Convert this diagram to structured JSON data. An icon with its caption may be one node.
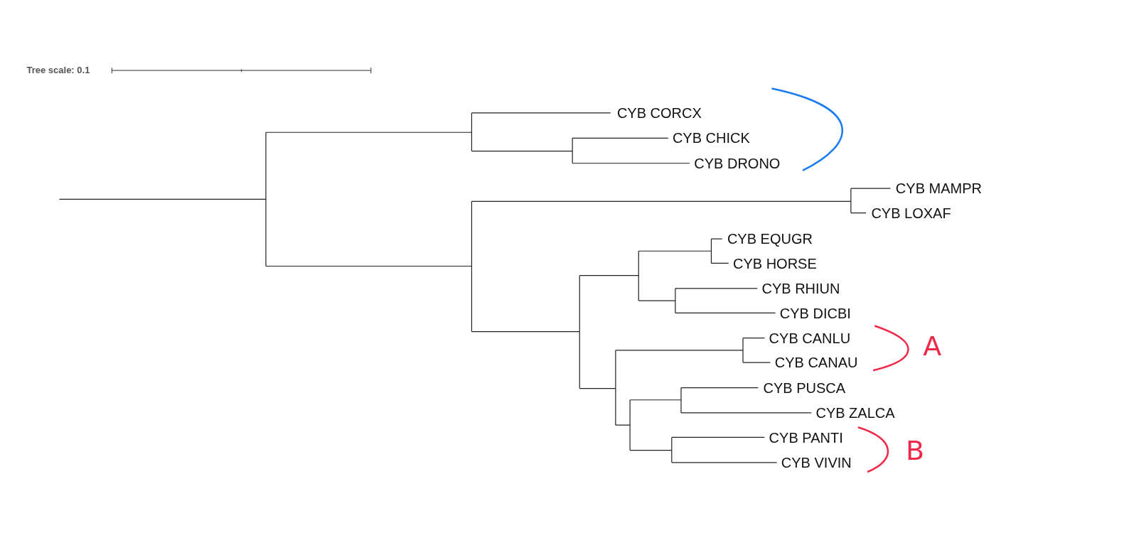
{
  "diagram": {
    "labels": [
      "Tree scale: 0.1",
      "CYB CORCX",
      "CYB CHICK",
      "CYB DRONO",
      "CYB MAMPR",
      "CYB LOXAF",
      "CYB EQUGR",
      "CYB HORSE",
      "CYB RHIUN",
      "CYB DICBI",
      "CYB CANLU",
      "CYB CANAU",
      "CYB PUSCA",
      "CYB ZALCA",
      "CYB PANTI",
      "CYB VIVIN",
      "A",
      "B"
    ]
  }
}
